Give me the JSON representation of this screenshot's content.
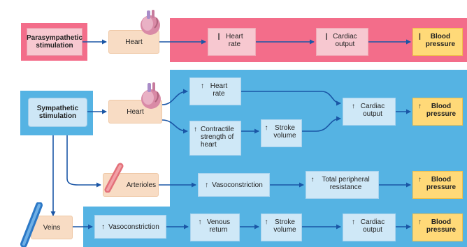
{
  "colors": {
    "parasympathetic_band": "#f36d8a",
    "sympathetic_band": "#55b3e3",
    "arrow": "#1a56a6",
    "blood_pressure_box": "#ffd978"
  },
  "icons": {
    "heart": "heart-organ-icon",
    "arterioles": "arteriole-vessel-icon",
    "veins": "vein-vessel-icon"
  },
  "parasympathetic": {
    "stimulation": "Parasympathetic stimulation",
    "heart": "Heart",
    "heart_rate": "Heart rate",
    "cardiac_output": "Cardiac output",
    "blood_pressure": "Blood pressure",
    "decrease_symbol": "|"
  },
  "sympathetic": {
    "stimulation": "Sympathetic stimulation",
    "heart": "Heart",
    "heart_rate": "Heart rate",
    "contractile": "Contractile strength of heart",
    "stroke_volume": "Stroke volume",
    "cardiac_output": "Cardiac output",
    "blood_pressure": "Blood pressure",
    "arterioles": "Arterioles",
    "vasoconstriction": "Vasoconstriction",
    "total_peripheral": "Total peripheral resistance",
    "blood_pressure_2": "Blood pressure",
    "veins": "Veins",
    "veins_vasoconstriction": "Vasoconstriction",
    "venous_return": "Venous return",
    "veins_stroke_volume": "Stroke volume",
    "veins_cardiac_output": "Cardiac output",
    "blood_pressure_3": "Blood pressure",
    "increase_symbol": "↑"
  }
}
